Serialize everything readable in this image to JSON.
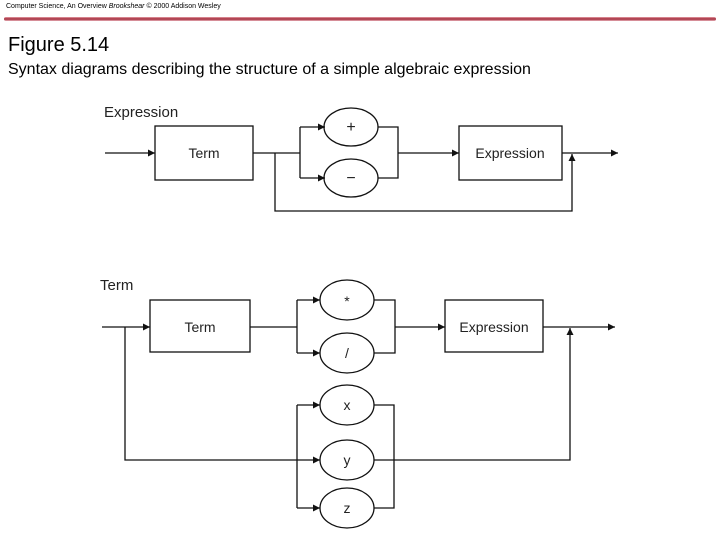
{
  "header": {
    "text": "Computer Science, An Overview ",
    "book": "Brookshear",
    "rest": " © 2000 Addison Wesley"
  },
  "title": "Figure 5.14",
  "subtitle": "Syntax diagrams describing the structure of a simple algebraic expression",
  "diagram1": {
    "label": "Expression",
    "box1": "Term",
    "ops": [
      "+",
      "−"
    ],
    "box2": "Expression"
  },
  "diagram2": {
    "label": "Term",
    "box1": "Term",
    "ops": [
      "*",
      "/"
    ],
    "vars": [
      "x",
      "y",
      "z"
    ],
    "box2": "Expression"
  }
}
